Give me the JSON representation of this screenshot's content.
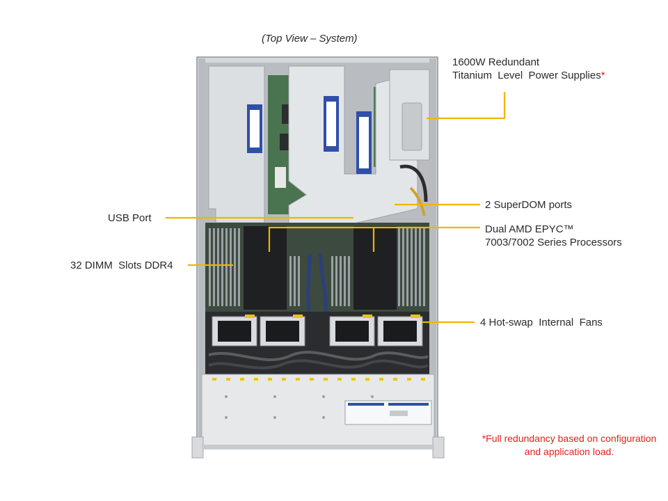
{
  "caption": "(Top View – System)",
  "labels": {
    "power_supplies": {
      "line1": "1600W Redundant",
      "line2": "Titanium  Level  Power Supplies",
      "marker": "*"
    },
    "superdom": "2 SuperDOM ports",
    "usb": "USB Port",
    "processors": {
      "line1": "Dual AMD EPYC™",
      "line2": "7003/7002 Series Processors"
    },
    "dimm": "32 DIMM  Slots DDR4",
    "fans": "4 Hot-swap  Internal  Fans"
  },
  "footnote": {
    "line1": "*Full redundancy based on configuration",
    "line2": "and application load."
  },
  "colors": {
    "leader_line": "#f2b400",
    "footnote": "#e0221b",
    "chassis": "#c9ccd0",
    "chassis_dark": "#3a3d40",
    "board_green": "#4f7a52",
    "bracket_blue": "#2f4fa8",
    "front_panel": "#e6e8ea"
  }
}
